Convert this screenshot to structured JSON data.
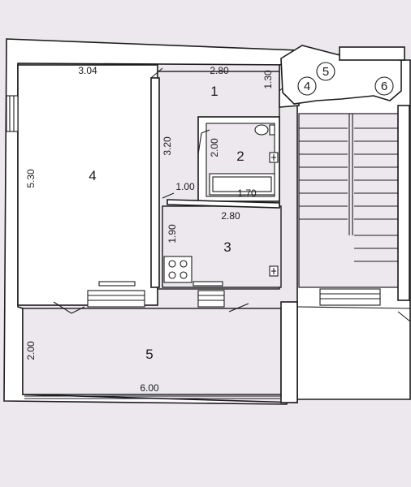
{
  "plan": {
    "rooms": [
      {
        "id": "room-1",
        "label": "1"
      },
      {
        "id": "room-2",
        "label": "2"
      },
      {
        "id": "room-3",
        "label": "3"
      },
      {
        "id": "room-4",
        "label": "4"
      },
      {
        "id": "room-5",
        "label": "5"
      }
    ],
    "dimensions": {
      "room4_width": "3.04",
      "room4_length": "5.30",
      "hall_width": "2.80",
      "hall_side": "1.30",
      "hall_length": "3.20",
      "bath_length": "2.00",
      "bath_tub": "1.70",
      "corridor": "1.00",
      "kitchen_width": "2.80",
      "kitchen_length": "1.90",
      "balcony_depth": "2.00",
      "balcony_width": "6.00"
    },
    "stair_labels": [
      "4",
      "5",
      "6"
    ],
    "colors": {
      "paper": "#ece8ee",
      "ink": "#1c1c1c",
      "wall_fill": "#ffffff"
    }
  }
}
